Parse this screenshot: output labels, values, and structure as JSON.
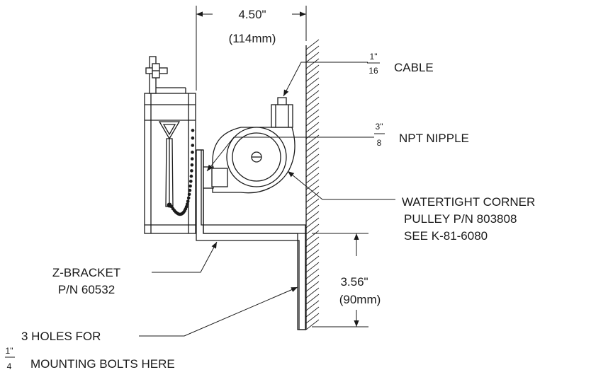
{
  "dimensions": {
    "width_in": "4.50\"",
    "width_mm": "(114mm)",
    "height_in": "3.56\"",
    "height_mm": "(90mm)"
  },
  "callouts": {
    "cable": {
      "frac_num": "1\"",
      "frac_den": "16",
      "text": "CABLE"
    },
    "nipple": {
      "frac_num": "3\"",
      "frac_den": "8",
      "text": "NPT NIPPLE"
    },
    "pulley": {
      "line1": "WATERTIGHT CORNER",
      "line2": "PULLEY P/N 803808",
      "line3": "SEE K-81-6080"
    },
    "bracket": {
      "line1": "Z-BRACKET",
      "line2": "P/N 60532"
    },
    "holes": {
      "line1": "3 HOLES FOR",
      "frac_num": "1\"",
      "frac_den": "4",
      "line2": "MOUNTING BOLTS HERE"
    }
  }
}
